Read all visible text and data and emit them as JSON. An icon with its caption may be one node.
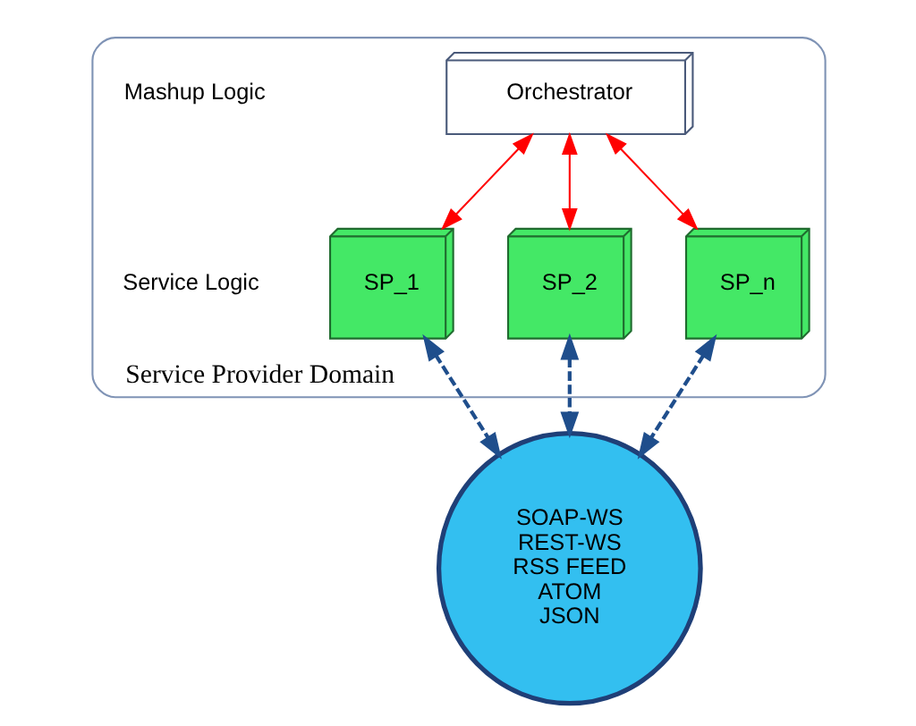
{
  "diagram": {
    "nodes": [
      {
        "text": [
          "Service Provider Domain"
        ]
      },
      {
        "text": [
          "Orchestrator"
        ],
        "in": 0
      },
      {
        "text": [
          "SP_1"
        ],
        "in": 0
      },
      {
        "text": [
          "SP_2"
        ],
        "in": 0
      },
      {
        "text": [
          "SP_n"
        ],
        "in": 0
      },
      {
        "text": [
          "SOAP-WS",
          "REST-WS",
          "RSS FEED",
          "ATOM",
          "JSON"
        ]
      }
    ],
    "edges": [
      {
        "from": 1,
        "to": 2,
        "arrow": "both",
        "color": "#ff0000"
      },
      {
        "from": 1,
        "to": 3,
        "arrow": "both",
        "color": "#ff0000"
      },
      {
        "from": 1,
        "to": 4,
        "arrow": "both",
        "color": "#ff0000"
      },
      {
        "from": 2,
        "to": 5,
        "arrow": "both",
        "style": "dashed",
        "color": "#1f4e8c"
      },
      {
        "from": 3,
        "to": 5,
        "arrow": "both",
        "style": "dashed",
        "color": "#1f4e8c"
      },
      {
        "from": 4,
        "to": 5,
        "arrow": "both",
        "style": "dashed",
        "color": "#1f4e8c"
      }
    ],
    "labels": [
      "Mashup Logic",
      "Service Logic"
    ]
  }
}
